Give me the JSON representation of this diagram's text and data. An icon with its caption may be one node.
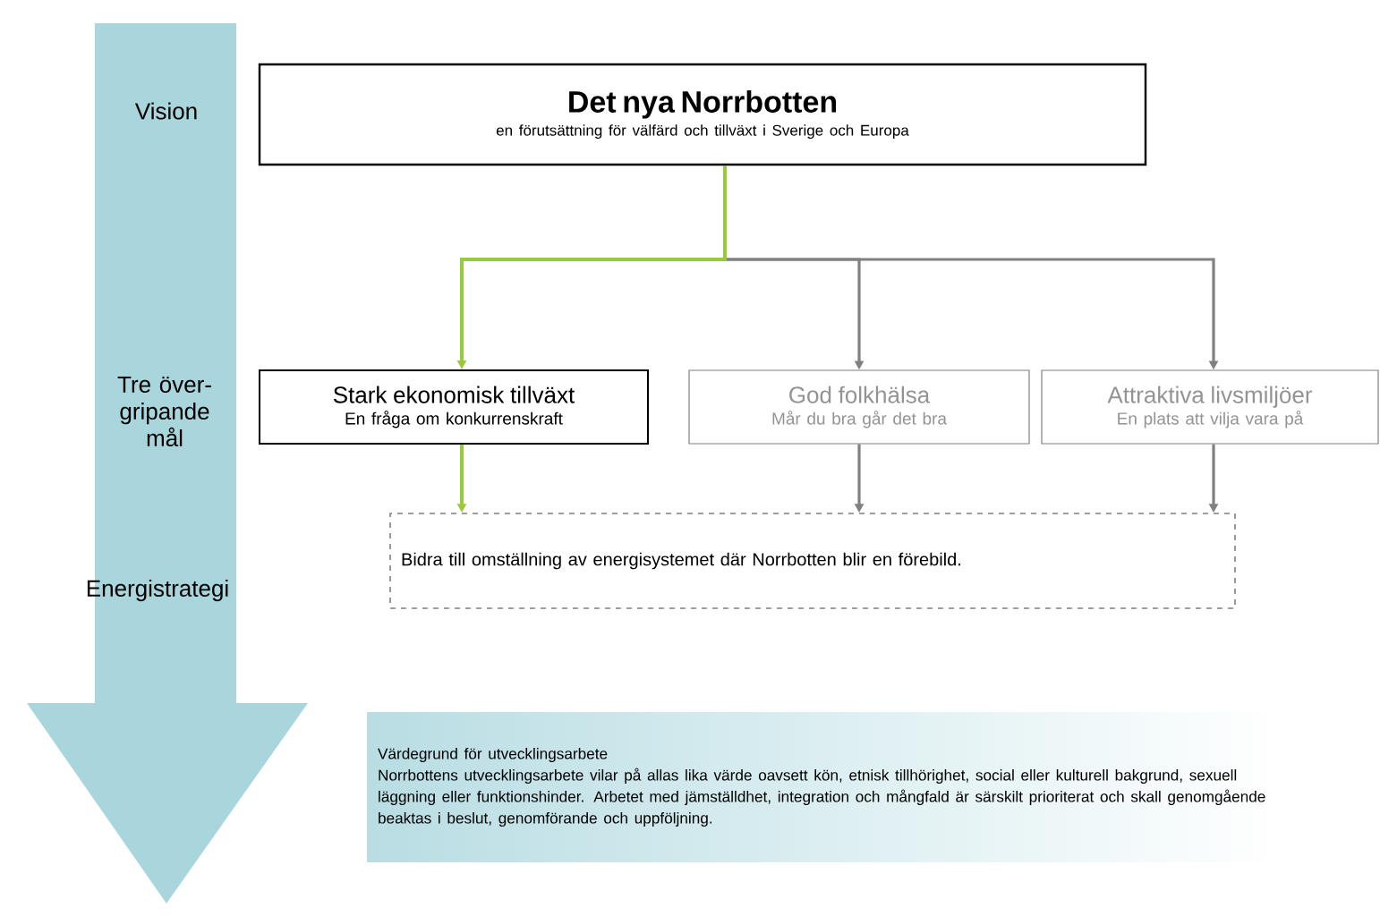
{
  "diagram": {
    "nodes": [
      {
        "text": [
          "Det nya Norrbotten",
          "en förutsättning för välfärd och tillväxt i Sverige och Europa"
        ]
      },
      {
        "text": [
          "Stark ekonomisk tillväxt",
          "En fråga om konkurrenskraft"
        ]
      },
      {
        "text": [
          "God folkhälsa",
          "Mår du bra går det bra"
        ]
      },
      {
        "text": [
          "Attraktiva livsmiljöer",
          "En plats att vilja vara på"
        ]
      },
      {
        "text": [
          "Bidra till omställning av energisystemet där Norrbotten blir en förebild."
        ]
      },
      {
        "text": [
          "Värdegrund för utvecklingsarbete",
          "Norrbottens utvecklingsarbete vilar på allas lika värde oavsett kön, etnisk tillhörighet, social eller kulturell bakgrund, sexuell läggning eller funktionshinder. Arbetet med jämställdhet, integration och mångfald är särskilt prioriterat och skall genomgående beaktas i beslut, genomförande och uppföljning."
        ]
      }
    ],
    "edges": [
      {
        "from": 0,
        "to": 1,
        "arrow": "to",
        "color": "#99c93c"
      },
      {
        "from": 0,
        "to": 2,
        "arrow": "to"
      },
      {
        "from": 0,
        "to": 3,
        "arrow": "to"
      },
      {
        "from": 1,
        "to": 4,
        "arrow": "to",
        "color": "#99c93c"
      },
      {
        "from": 2,
        "to": 4,
        "arrow": "to"
      },
      {
        "from": 3,
        "to": 4,
        "arrow": "to"
      }
    ],
    "labels": [
      "Vision",
      "Tre över-gripande mål",
      "Energistrategi"
    ]
  }
}
